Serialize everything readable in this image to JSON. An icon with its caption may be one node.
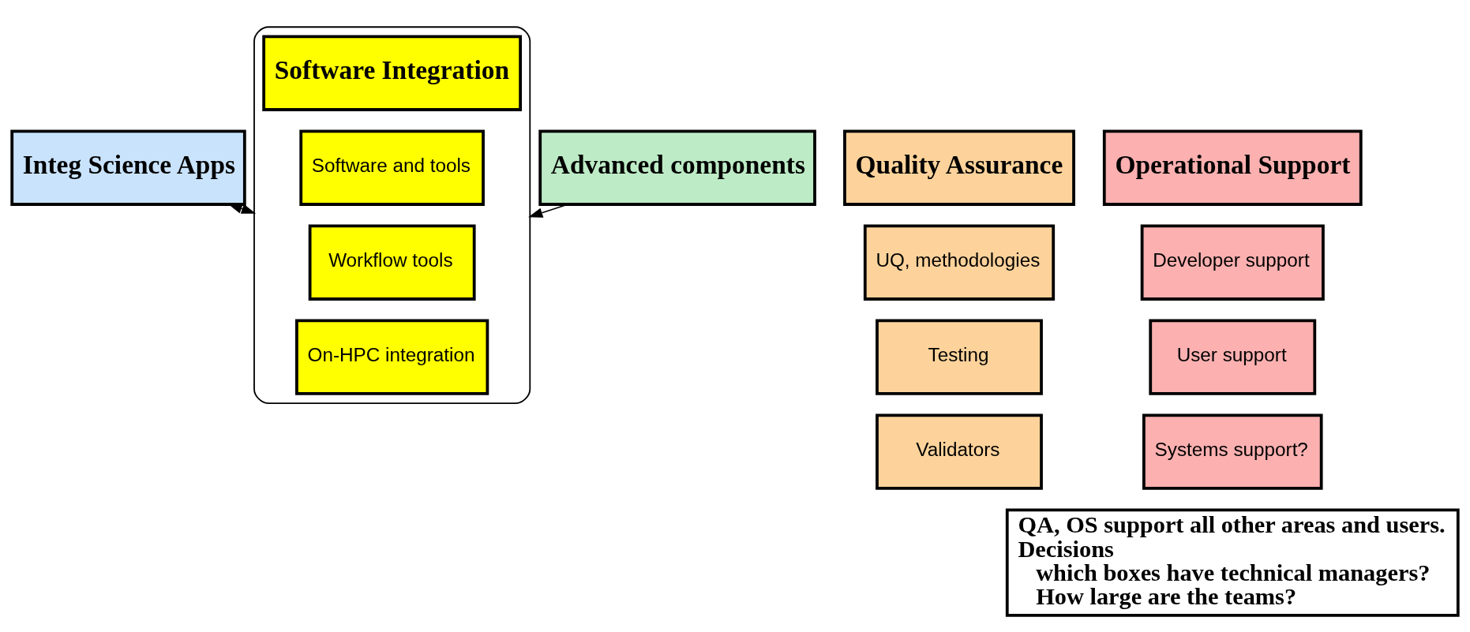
{
  "diagram": {
    "nodes": [
      {
        "text": [
          "Integ Science Apps"
        ]
      },
      {
        "text": [
          "Advanced components"
        ]
      },
      {
        "text": [],
        "shape": "bracket"
      },
      {
        "text": [
          "Software Integration"
        ],
        "in": 2
      },
      {
        "text": [
          "Software and tools"
        ],
        "in": 2
      },
      {
        "text": [
          "Workflow tools"
        ],
        "in": 2
      },
      {
        "text": [
          "On-HPC integration"
        ],
        "in": 2
      },
      {
        "text": [
          "Quality Assurance"
        ]
      },
      {
        "text": [
          "UQ, methodologies"
        ]
      },
      {
        "text": [
          "Testing"
        ]
      },
      {
        "text": [
          "Validators"
        ]
      },
      {
        "text": [
          "Operational Support"
        ]
      },
      {
        "text": [
          "Developer support"
        ]
      },
      {
        "text": [
          "User support"
        ]
      },
      {
        "text": [
          "Systems support?"
        ]
      },
      {
        "text": [
          "QA, OS support all other areas and users.",
          "Decisions",
          "which boxes have technical managers?",
          "How large are the teams?"
        ]
      }
    ],
    "edges": [
      {
        "from": 0,
        "to": 2,
        "arrow": "both"
      },
      {
        "from": 1,
        "to": 2,
        "arrow": "to"
      }
    ]
  }
}
